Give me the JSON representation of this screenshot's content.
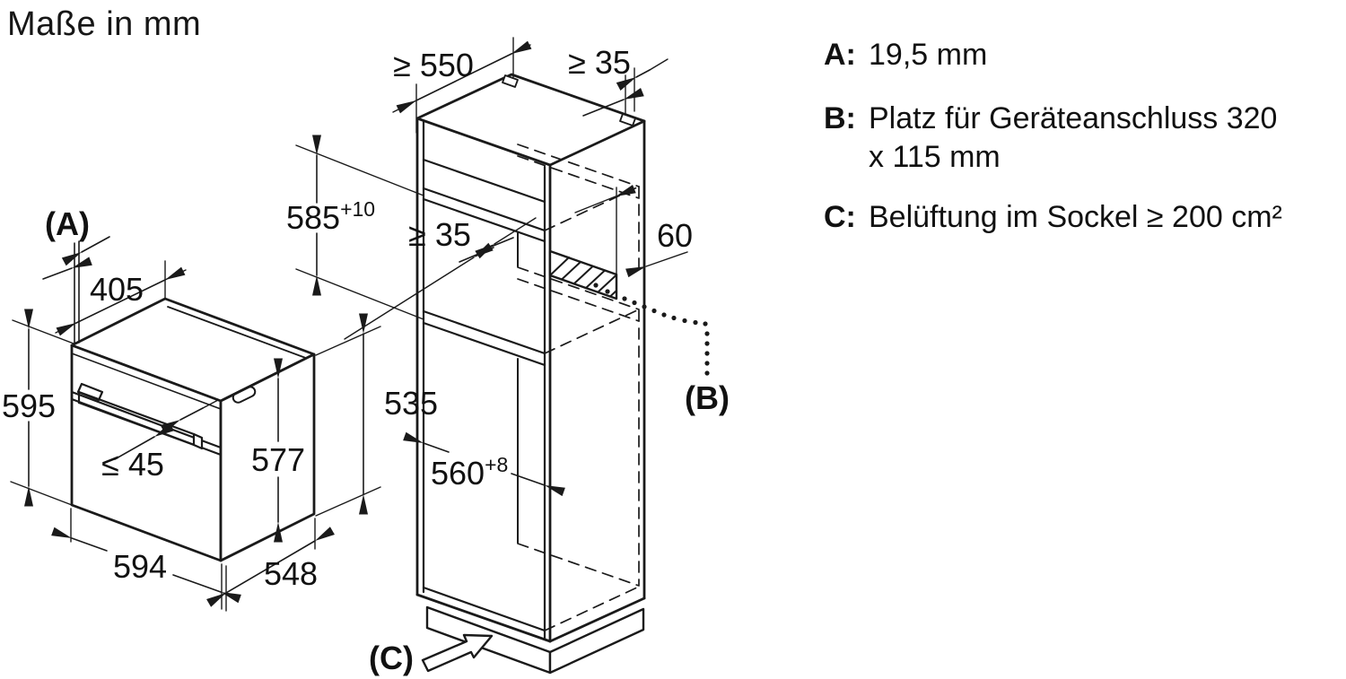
{
  "title": "Maße in mm",
  "legend": {
    "items": [
      {
        "key": "A:",
        "text": "19,5 mm"
      },
      {
        "key": "B:",
        "text": "Platz für Geräteanschluss 320 x 115 mm"
      },
      {
        "key": "C:",
        "text": "Belüftung im Sockel ≥ 200 cm²"
      }
    ]
  },
  "oven": {
    "labels": {
      "front_ref": "(A)",
      "top_depth": "405",
      "height": "595",
      "handle_clearance": "≤ 45",
      "body_height": "577",
      "casing_height": "535",
      "width": "594",
      "depth": "548"
    }
  },
  "cabinet": {
    "labels": {
      "min_depth": "≥ 550",
      "wall_gap": "≥ 35",
      "niche_height": "585",
      "niche_height_tolerance": "+10",
      "rear_clearance": "≥ 35",
      "duct_width": "60",
      "niche_width": "560",
      "niche_width_tolerance": "+8",
      "connection_ref": "(B)",
      "vent_ref": "(C)"
    }
  },
  "colors": {
    "line": "#1a1a1a",
    "text": "#111111",
    "background": "#ffffff"
  }
}
